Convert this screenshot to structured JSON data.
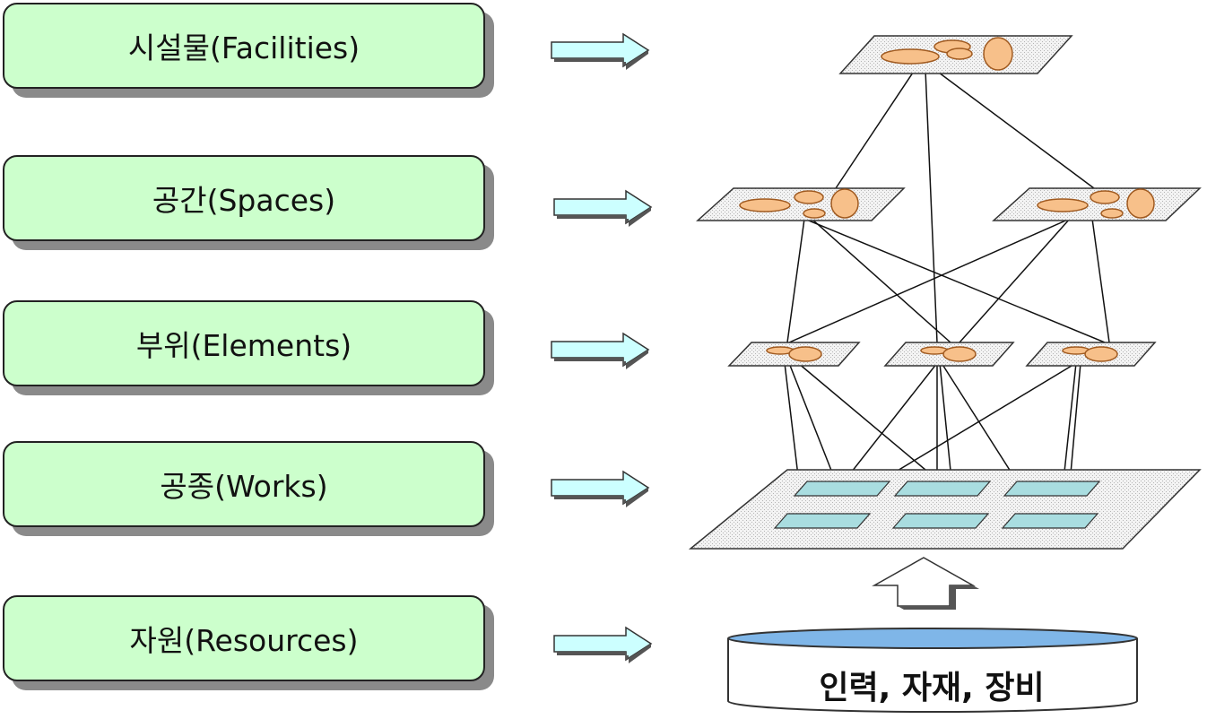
{
  "levels": [
    {
      "label": "시설물(Facilities)"
    },
    {
      "label": "공간(Spaces)"
    },
    {
      "label": "부위(Elements)"
    },
    {
      "label": "공종(Works)"
    },
    {
      "label": "자원(Resources)"
    }
  ],
  "resources_label": "인력, 자재, 장비",
  "colors": {
    "box_fill": "#ccffcc",
    "arrow_fill": "#ccffff",
    "disc_fill": "#f7c08a",
    "tile_fill": "#a9dde0",
    "cylinder_top": "#7fb6e8"
  }
}
